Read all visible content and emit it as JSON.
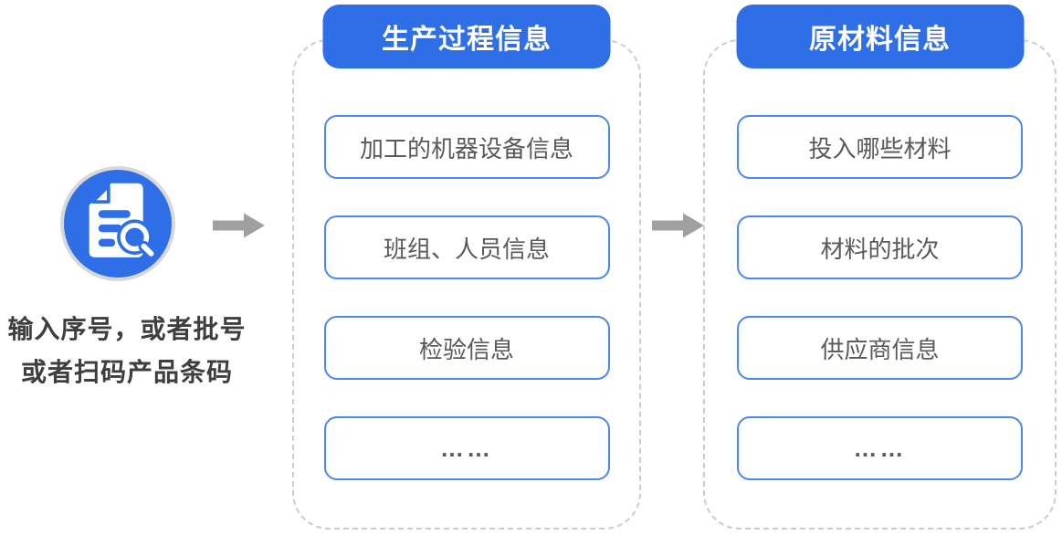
{
  "source": {
    "icon": "document-search-icon",
    "caption_lines": [
      "输入序号，或者批号",
      "或者扫码产品条码"
    ]
  },
  "flow": {
    "arrow_icon": "arrow-right"
  },
  "columns": [
    {
      "id": "production-process",
      "title": "生产过程信息",
      "items": [
        "加工的机器设备信息",
        "班组、人员信息",
        "检验信息",
        "……"
      ]
    },
    {
      "id": "raw-materials",
      "title": "原材料信息",
      "items": [
        "投入哪些材料",
        "材料的批次",
        "供应商信息",
        "……"
      ]
    }
  ],
  "colors": {
    "primary_blue": "#2E6FE8",
    "box_border_blue": "#4C86F2",
    "box_text_gray": "#595959",
    "caption_gray": "#3E3E3E",
    "arrow_gray": "#A0A0A0",
    "dash_gray": "#CCCCCC",
    "icon_ring_gray": "#D8D8D8"
  }
}
